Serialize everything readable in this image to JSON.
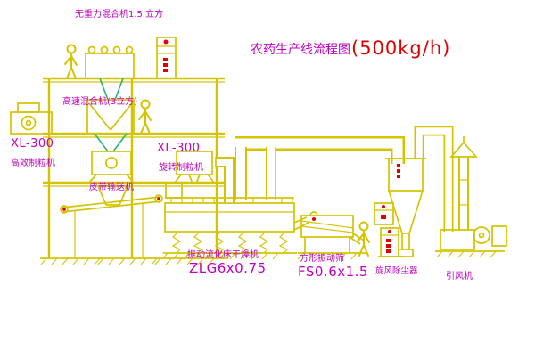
{
  "title": {
    "name": "农药生产线流程图",
    "capacity": "(500kg/h)"
  },
  "labels": {
    "mixer_top": "无重力混合机1.5 立方",
    "mixer_mid": "高速混合机(3立方)",
    "granulator_left_model": "XL-300",
    "granulator_left_name": "高效制粒机",
    "granulator_right_model": "XL-300",
    "granulator_right_name": "旋转制粒机",
    "belt_conveyor": "皮带输送机",
    "dryer_name": "振动流化床干燥机",
    "dryer_model": "ZLG6x0.75",
    "sieve_name": "方形振动筛",
    "sieve_model": "FS0.6x1.5",
    "cyclone": "旋风除尘器",
    "fan": "引风机"
  },
  "colors": {
    "line": "#d4c400",
    "green": "#2db37a",
    "text": "#c000c0",
    "accent": "#e00000",
    "background": "#ffffff"
  }
}
